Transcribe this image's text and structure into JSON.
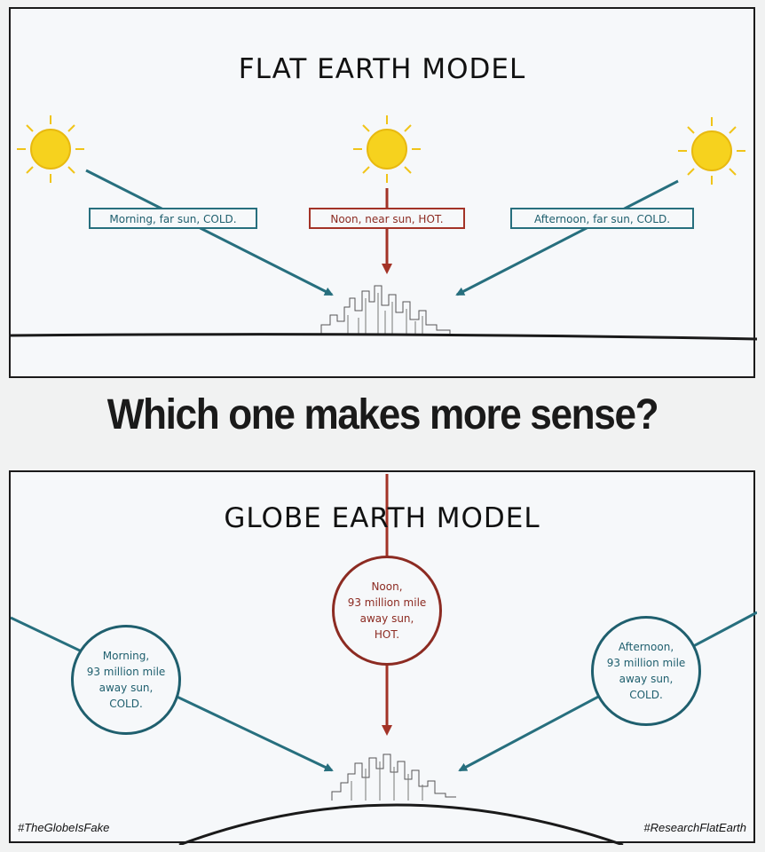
{
  "flat_panel": {
    "title": "FLAT EARTH MODEL",
    "labels": {
      "morning": "Morning, far sun, COLD.",
      "noon": "Noon, near sun, HOT.",
      "afternoon": "Afternoon, far sun, COLD."
    }
  },
  "question": "Which one makes more sense?",
  "globe_panel": {
    "title": "GLOBE EARTH MODEL",
    "noon": [
      "Noon,",
      "93 million mile",
      "away sun,",
      "HOT."
    ],
    "morning": [
      "Morning,",
      "93 million mile",
      "away sun,",
      "COLD."
    ],
    "afternoon": [
      "Afternoon,",
      "93 million mile",
      "away sun,",
      "COLD."
    ]
  },
  "hashtags": {
    "left": "#TheGlobeIsFake",
    "right": "#ResearchFlatEarth"
  },
  "colors": {
    "teal": "#276f7e",
    "red": "#a33327",
    "sun": "#f6d21e"
  },
  "icons": [
    "sun-icon",
    "city-skyline-icon"
  ]
}
